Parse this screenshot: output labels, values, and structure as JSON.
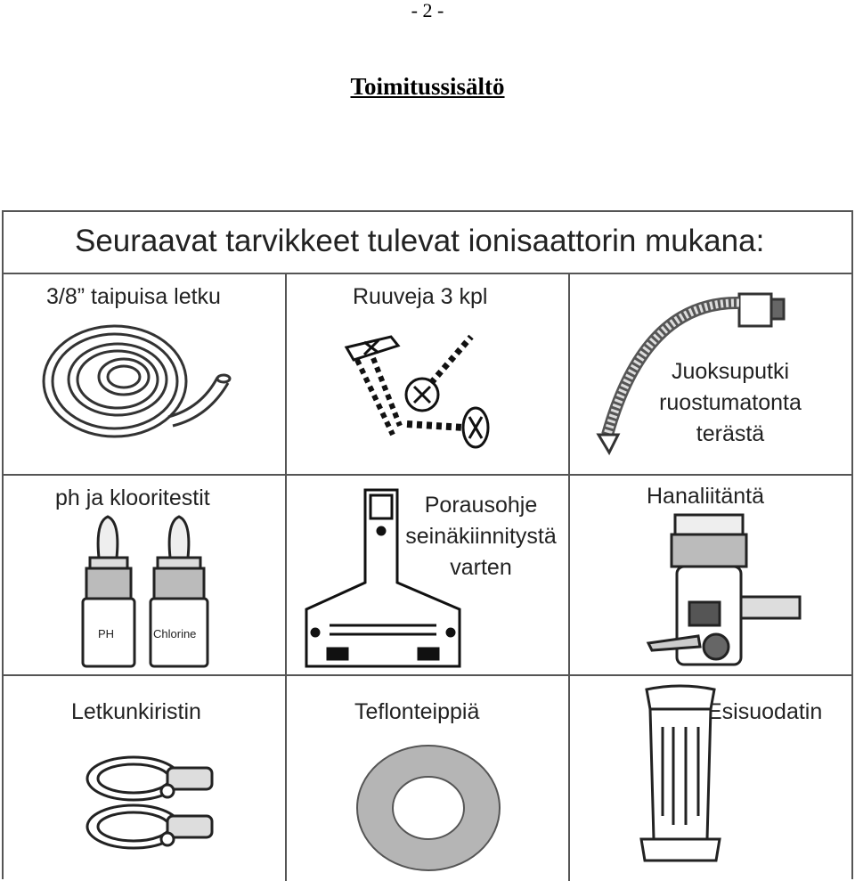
{
  "page_number": "- 2 -",
  "title": "Toimitussisältö",
  "table_header": "Seuraavat tarvikkeet tulevat ionisaattorin mukana:",
  "items": {
    "hose": "3/8” taipuisa letku",
    "screws": "Ruuveja 3 kpl",
    "steel_pipe": [
      "Juoksuputki",
      "ruostumatonta",
      "terästä"
    ],
    "ph_tests": "ph ja klooritestit",
    "ph_label": "PH",
    "chlorine_label": "Chlorine",
    "drilling_guide": [
      "Porausohje",
      "seinäkiinnitystä",
      "varten"
    ],
    "tap_connector": "Hanaliitäntä",
    "hose_clamp": "Letkunkiristin",
    "teflon_tape": "Teflonteippiä",
    "prefilter": "Esisuodatin"
  }
}
